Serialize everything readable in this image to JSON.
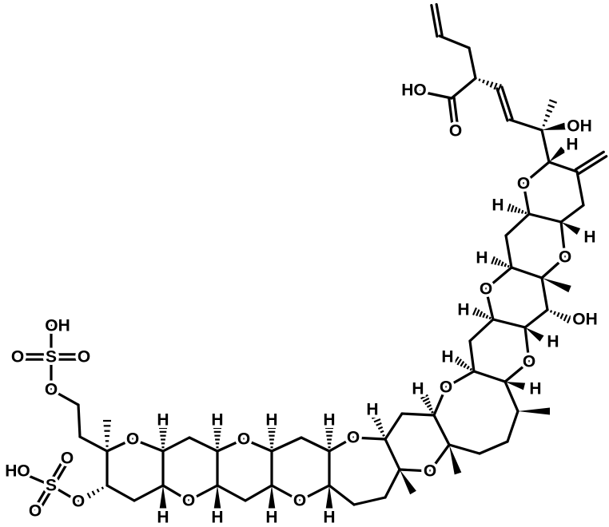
{
  "molecule": {
    "atom_labels": {
      "oxygen": "O",
      "hydrogen": "H",
      "hydroxyl": "OH",
      "hydroxyl_left": "HO",
      "sulfur": "S"
    },
    "bond_color": "#000000",
    "background": "#ffffff"
  }
}
